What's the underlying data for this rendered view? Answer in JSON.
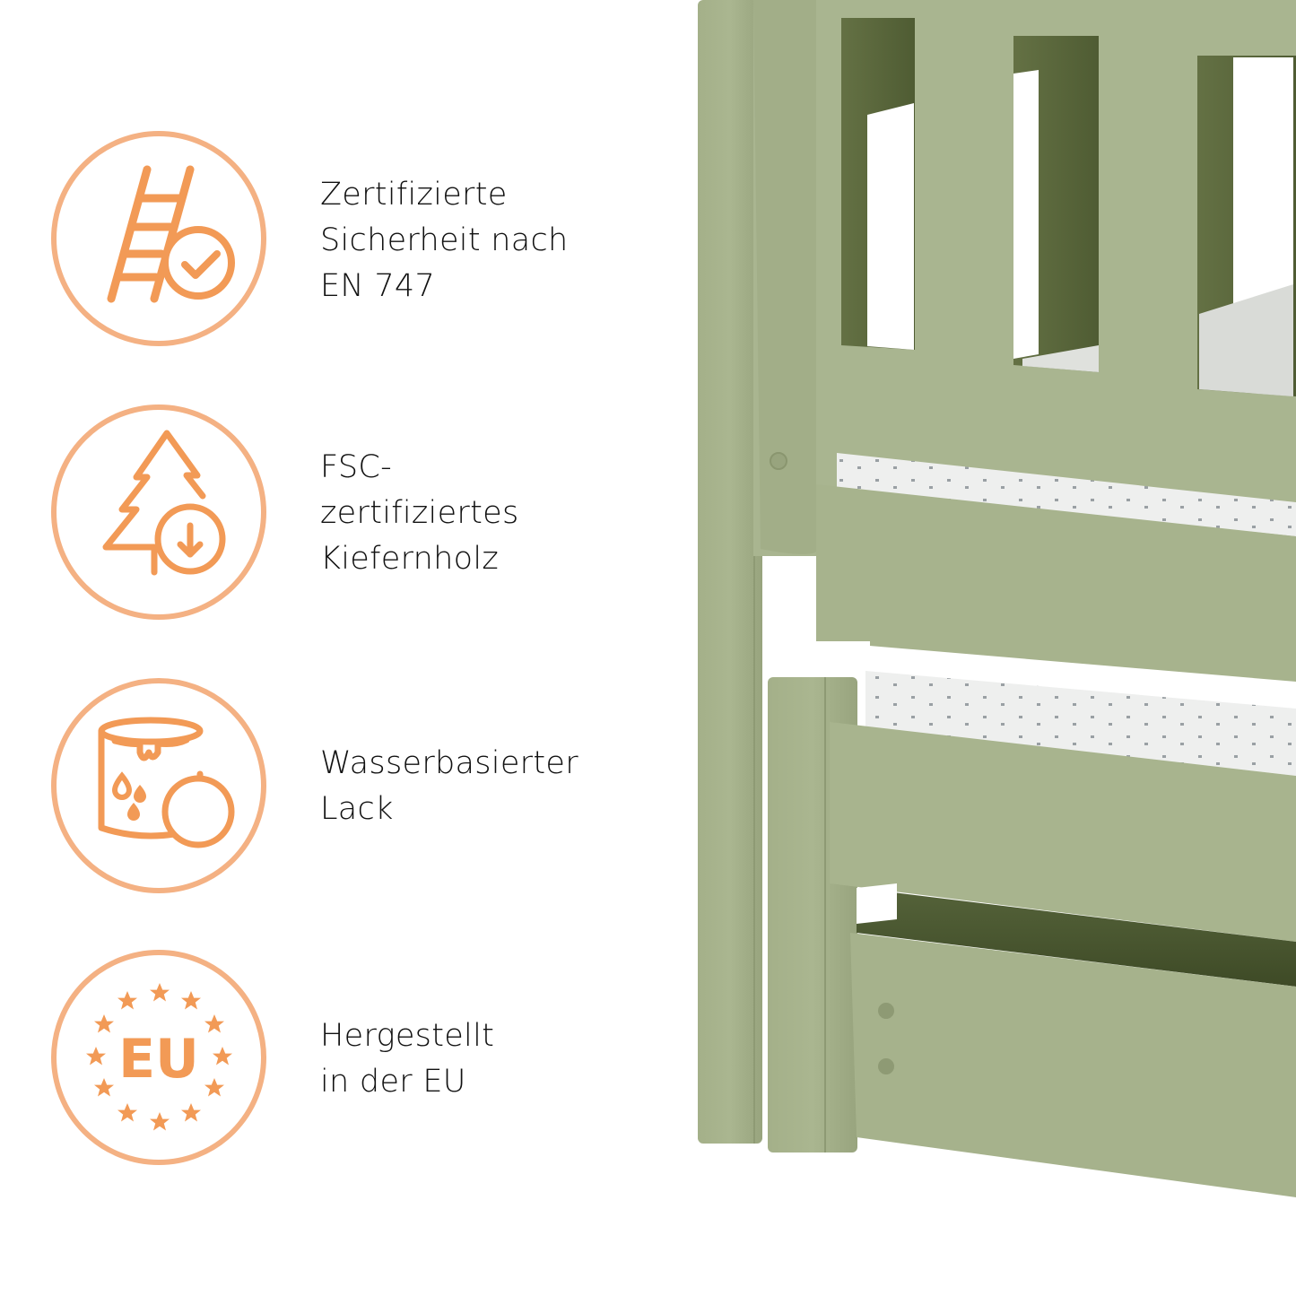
{
  "accent_color": "#F29A56",
  "ring_color": "#F4B183",
  "features": [
    {
      "icon": "ladder-check-icon",
      "label": "Zertifizierte\nSicherheit nach\nEN 747"
    },
    {
      "icon": "tree-download-icon",
      "label": "FSC-\nzertifiziertes\nKiefernholz"
    },
    {
      "icon": "paint-can-icon",
      "label": "Wasserbasierter\nLack"
    },
    {
      "icon": "eu-stars-icon",
      "label": "Hergestellt\nin der EU",
      "badge_text": "EU"
    }
  ],
  "product_image": {
    "subject": "green wooden bed with trundle drawer",
    "frame_color": "#A8B48E",
    "shadow_color": "#55633A"
  }
}
